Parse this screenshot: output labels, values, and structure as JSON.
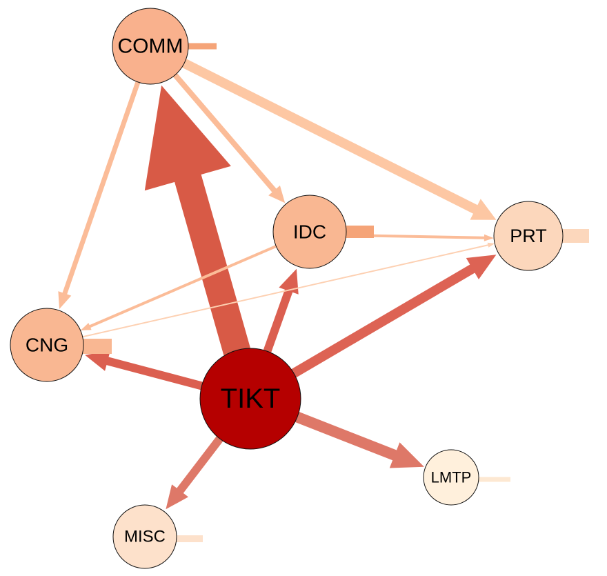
{
  "nodes": [
    {
      "id": "TIKT",
      "label": "TIKT",
      "color": "#b50000"
    },
    {
      "id": "COMM",
      "label": "COMM",
      "color": "#f9b18d"
    },
    {
      "id": "IDC",
      "label": "IDC",
      "color": "#f9b792"
    },
    {
      "id": "PRT",
      "label": "PRT",
      "color": "#fcd7bc"
    },
    {
      "id": "CNG",
      "label": "CNG",
      "color": "#f9b792"
    },
    {
      "id": "LMTP",
      "label": "LMTP",
      "color": "#fff0dc"
    },
    {
      "id": "MISC",
      "label": "MISC",
      "color": "#fde1cb"
    }
  ],
  "self_loop_bars": [
    {
      "node": "COMM",
      "color": "#f5a478"
    },
    {
      "node": "IDC",
      "color": "#f5a478"
    },
    {
      "node": "PRT",
      "color": "#fcd7bc"
    },
    {
      "node": "CNG",
      "color": "#f9b792"
    },
    {
      "node": "LMTP",
      "color": "#fde8d2"
    },
    {
      "node": "MISC",
      "color": "#fde1cb"
    }
  ],
  "edges": [
    {
      "from": "TIKT",
      "to": "COMM",
      "color": "#d85a46"
    },
    {
      "from": "TIKT",
      "to": "PRT",
      "color": "#dd6354"
    },
    {
      "from": "TIKT",
      "to": "IDC",
      "color": "#db5f50"
    },
    {
      "from": "TIKT",
      "to": "CNG",
      "color": "#db5f50"
    },
    {
      "from": "TIKT",
      "to": "LMTP",
      "color": "#de7868"
    },
    {
      "from": "TIKT",
      "to": "MISC",
      "color": "#de7868"
    },
    {
      "from": "COMM",
      "to": "PRT",
      "color": "#fdc7a3"
    },
    {
      "from": "COMM",
      "to": "IDC",
      "color": "#fbbc98"
    },
    {
      "from": "COMM",
      "to": "CNG",
      "color": "#fbbc98"
    },
    {
      "from": "IDC",
      "to": "PRT",
      "color": "#fbbc98"
    },
    {
      "from": "IDC",
      "to": "CNG",
      "color": "#fbbc98"
    },
    {
      "from": "CNG",
      "to": "PRT",
      "color": "#fdd0b2"
    }
  ]
}
